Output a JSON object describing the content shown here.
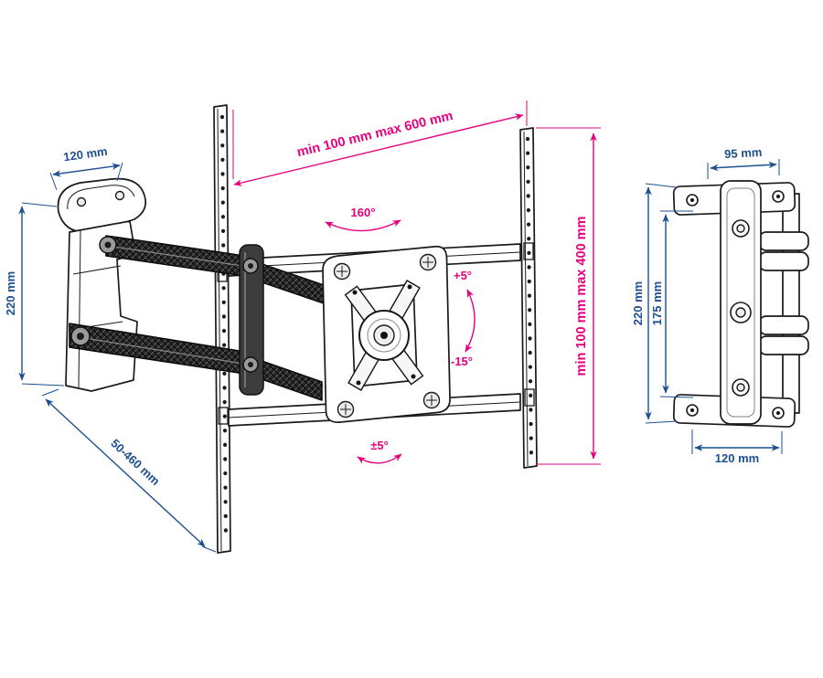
{
  "colors": {
    "dimension_blue": "#1d4f91",
    "annotation_magenta": "#e6007e",
    "artwork_black": "#1a1a1a",
    "background": "#ffffff"
  },
  "front_view": {
    "dim_plate_width": {
      "label": "120 mm",
      "color": "blue"
    },
    "dim_plate_height": {
      "label": "220 mm",
      "color": "blue"
    },
    "dim_rail_span": {
      "label": "min 100 mm max 600 mm",
      "color": "magenta"
    },
    "dim_rail_height": {
      "label": "min 100 mm max 400 mm",
      "color": "magenta"
    },
    "dim_extension": {
      "label": "50-460 mm",
      "color": "blue"
    },
    "angle_swivel": {
      "label": "160°",
      "color": "magenta"
    },
    "angle_tilt_up": {
      "label": "+5°",
      "color": "magenta"
    },
    "angle_tilt_down": {
      "label": "-15°",
      "color": "magenta"
    },
    "angle_post_rotation": {
      "label": "±5°",
      "color": "magenta"
    }
  },
  "side_view": {
    "dim_depth": {
      "label": "95 mm",
      "color": "blue"
    },
    "dim_height_outer": {
      "label": "220 mm",
      "color": "blue"
    },
    "dim_height_inner": {
      "label": "175 mm",
      "color": "blue"
    },
    "dim_base_width": {
      "label": "120 mm",
      "color": "blue"
    }
  }
}
